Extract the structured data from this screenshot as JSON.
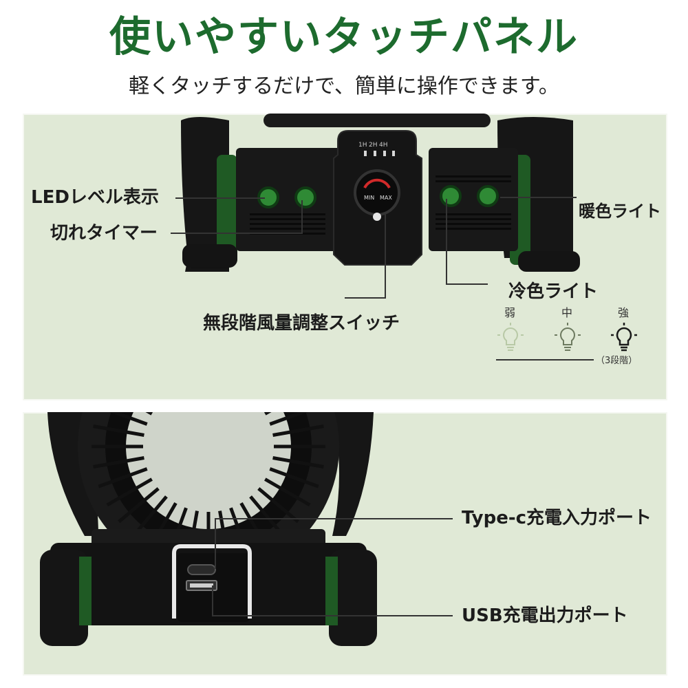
{
  "header": {
    "title": "使いやすいタッチパネル",
    "subtitle": "軽くタッチするだけで、簡単に操作できます。"
  },
  "top_panel": {
    "device_display": {
      "timer_marks": [
        "1H",
        "2H",
        "4H"
      ],
      "dial_min": "MIN",
      "dial_max": "MAX"
    },
    "labels": {
      "led_level": "LEDレベル表示",
      "off_timer": "切れタイマー",
      "warm_light": "暖色ライト",
      "cool_light": "冷色ライト",
      "speed_switch": "無段階風量調整スイッチ"
    },
    "brightness": {
      "levels": [
        "弱",
        "中",
        "強"
      ],
      "note": "（3段階）"
    }
  },
  "bottom_panel": {
    "labels": {
      "typec_port": "Type-c充電入力ポート",
      "usb_port": "USB充電出力ポート"
    }
  },
  "colors": {
    "title_green": "#1d6b2e",
    "panel_bg": "#e0e9d6",
    "device_body": "#141414",
    "device_accent_green": "#1f5a24",
    "button_green": "#2f8a35"
  }
}
